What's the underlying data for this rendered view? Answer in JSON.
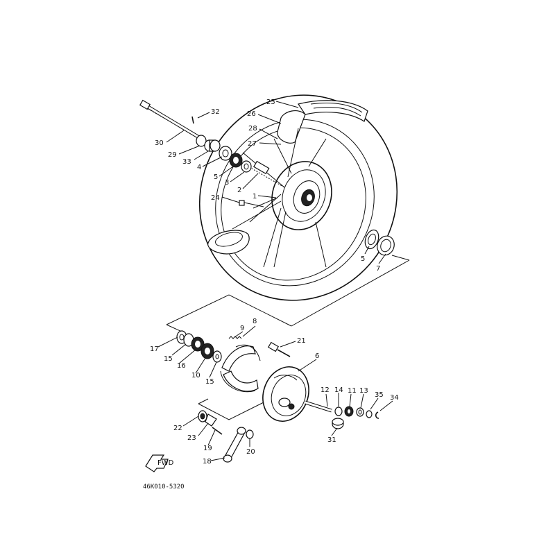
{
  "diagram": {
    "code": "46K010-5320",
    "fwd_label": "FWD",
    "callouts": {
      "c1": "1",
      "c2": "2",
      "c3": "3",
      "c4": "4",
      "c5a": "5",
      "c5b": "5",
      "c6": "6",
      "c7": "7",
      "c8": "8",
      "c9": "9",
      "c10": "10",
      "c11": "11",
      "c12": "12",
      "c13": "13",
      "c14": "14",
      "c15a": "15",
      "c15b": "15",
      "c16": "16",
      "c17": "17",
      "c18": "18",
      "c19": "19",
      "c20": "20",
      "c21": "21",
      "c22": "22",
      "c23": "23",
      "c24": "24",
      "c25": "25",
      "c26": "26",
      "c27": "27",
      "c28": "28",
      "c29": "29",
      "c30": "30",
      "c31": "31",
      "c32": "32",
      "c33": "33",
      "c34": "34",
      "c35": "35"
    }
  }
}
